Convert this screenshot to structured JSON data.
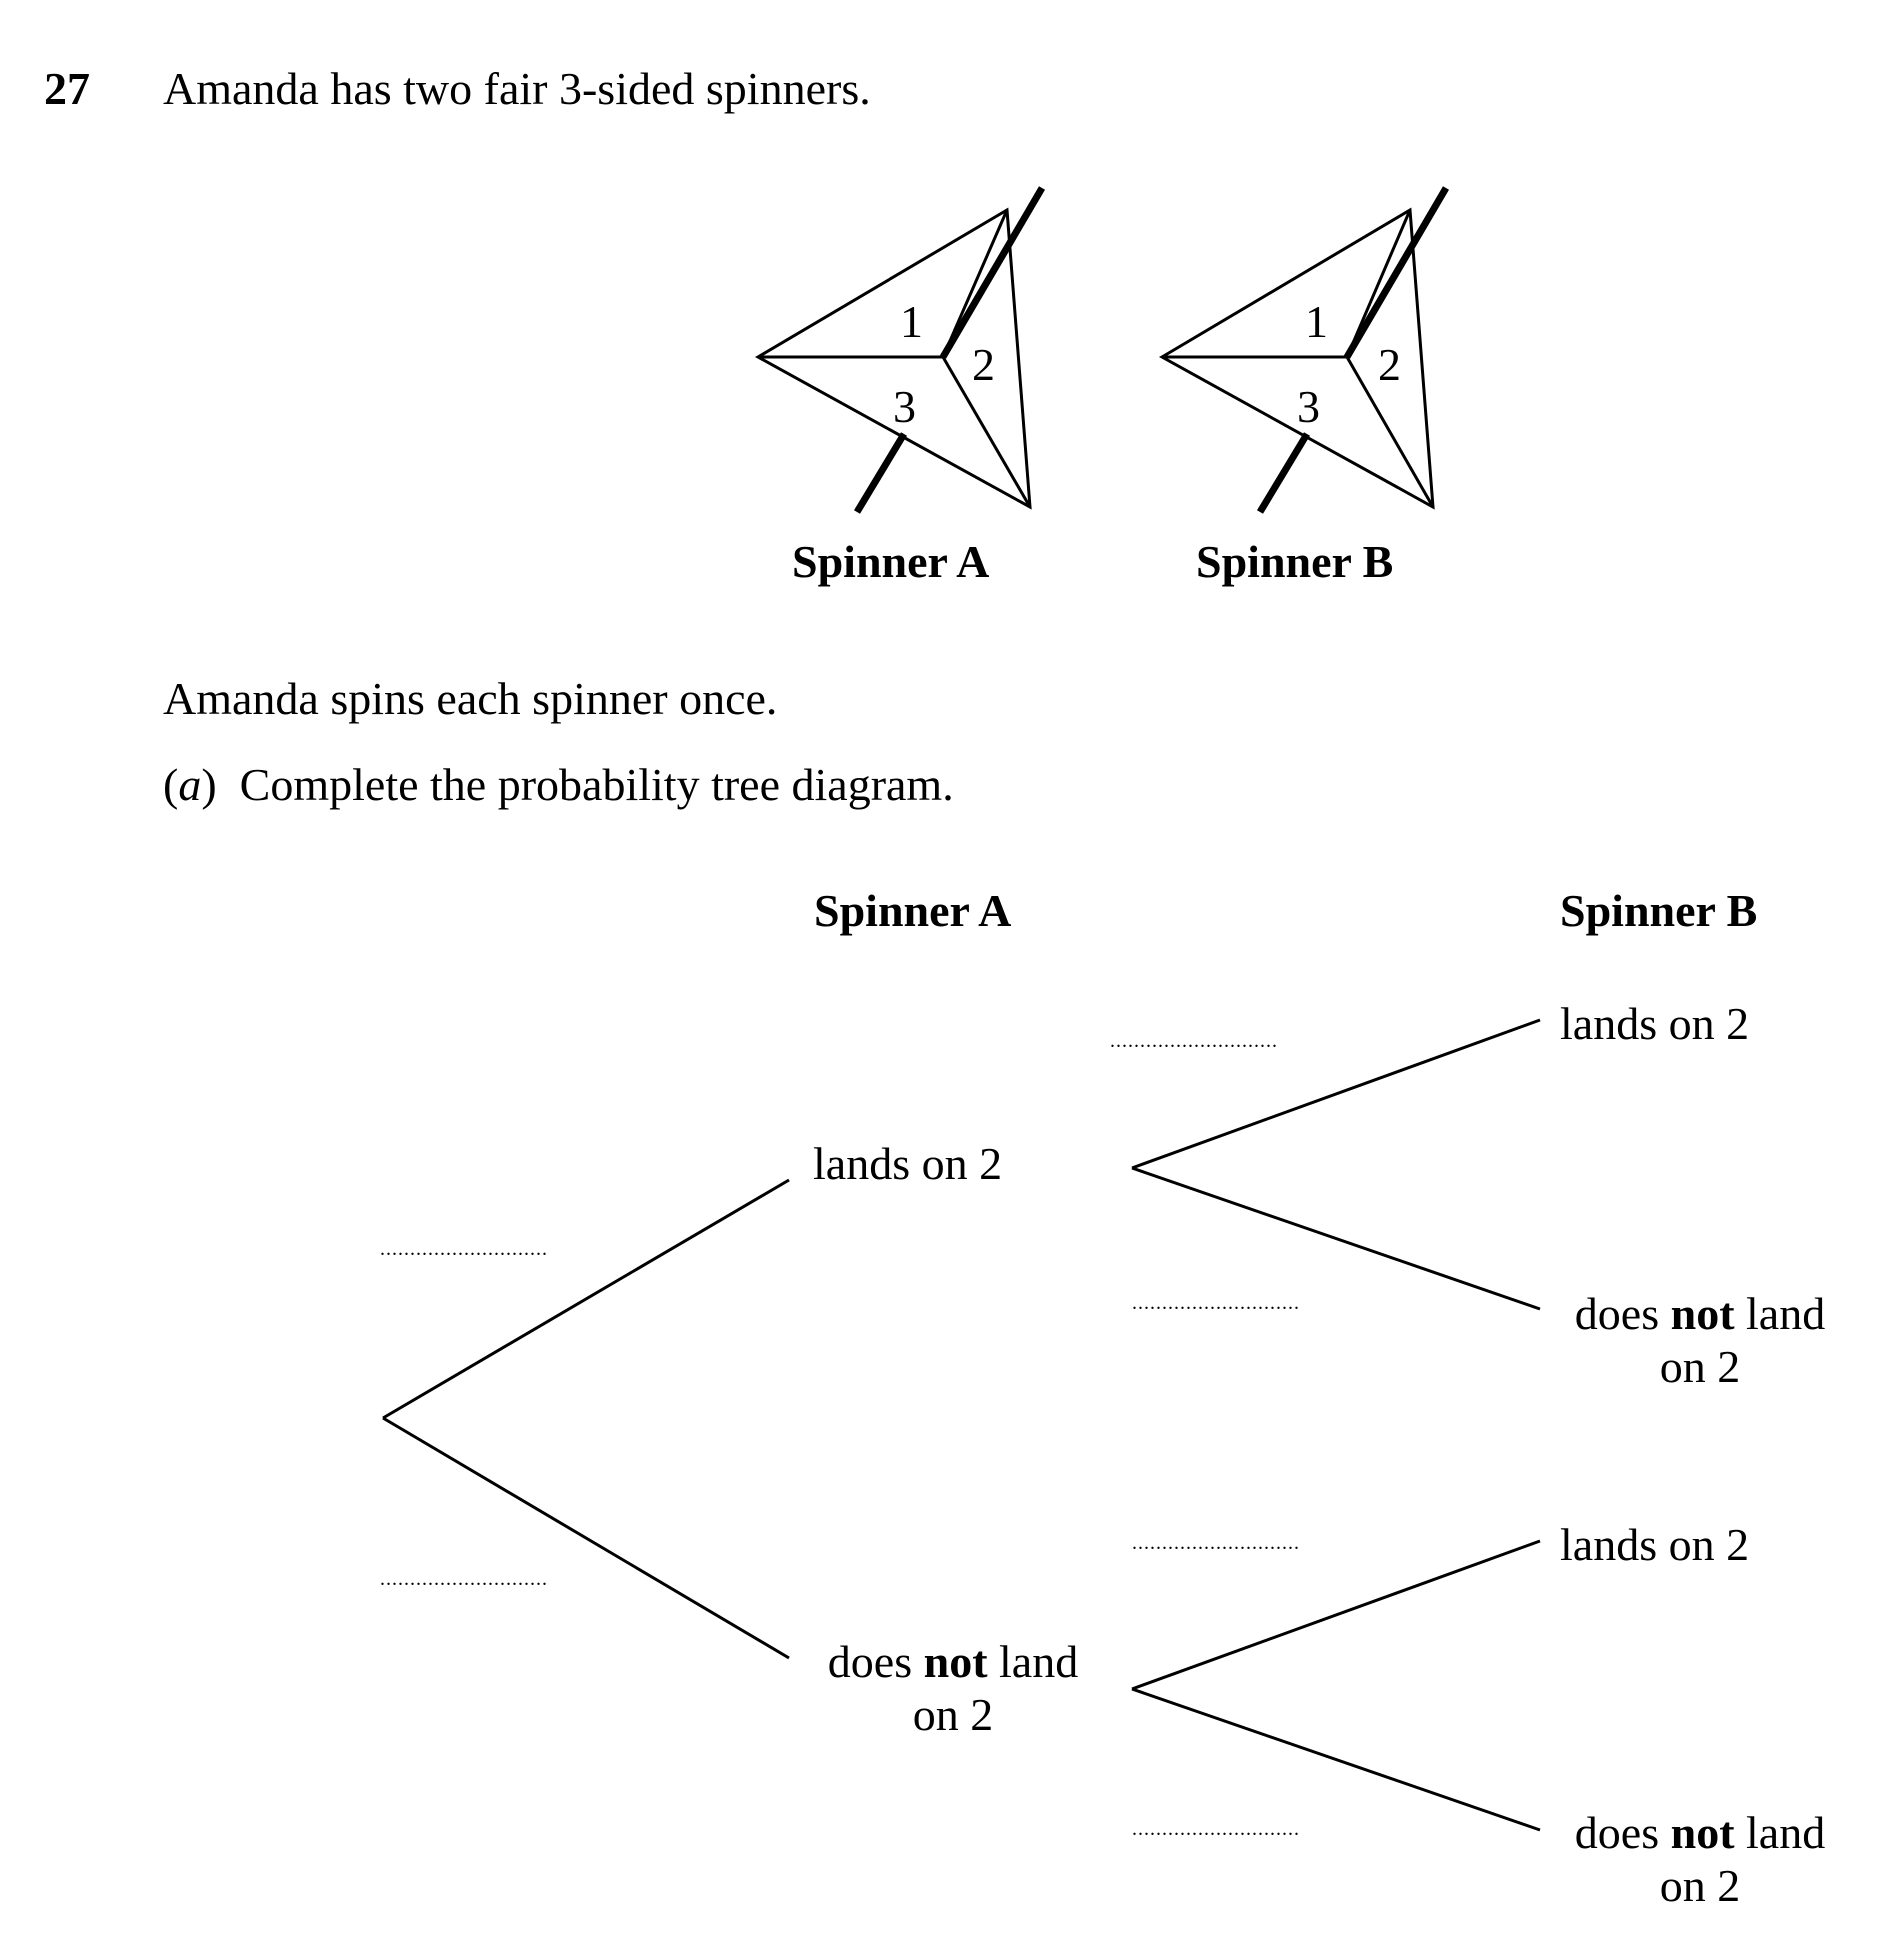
{
  "question": {
    "number": "27",
    "intro": "Amanda has two fair 3-sided spinners.",
    "instruction": "Amanda spins each spinner once.",
    "part_letter": "a",
    "part_text": "Complete the probability tree diagram."
  },
  "spinners": [
    {
      "label": "Spinner A",
      "sectors": [
        "1",
        "2",
        "3"
      ]
    },
    {
      "label": "Spinner B",
      "sectors": [
        "1",
        "2",
        "3"
      ]
    }
  ],
  "tree": {
    "heading_a": "Spinner A",
    "heading_b": "Spinner B",
    "lands": "lands on 2",
    "not_pre": "does ",
    "not_bold": "not",
    "not_post": " land",
    "not_line2": "on 2",
    "blank": "............................"
  }
}
